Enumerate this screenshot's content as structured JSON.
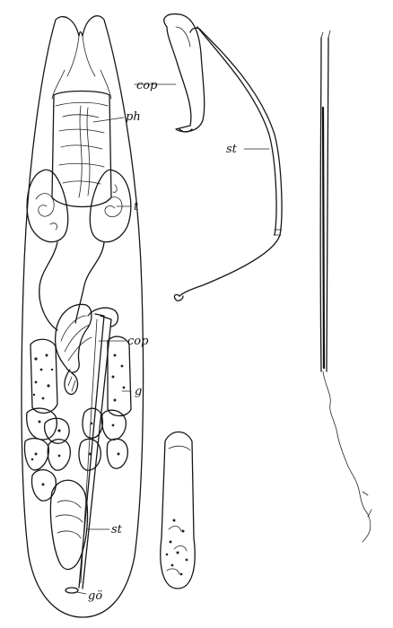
{
  "labels": {
    "cop_top": "cop",
    "ph": "ph",
    "st_top": "st",
    "t": "t",
    "cop_mid": "cop",
    "g": "g",
    "st_bottom": "st",
    "go": "gö"
  }
}
